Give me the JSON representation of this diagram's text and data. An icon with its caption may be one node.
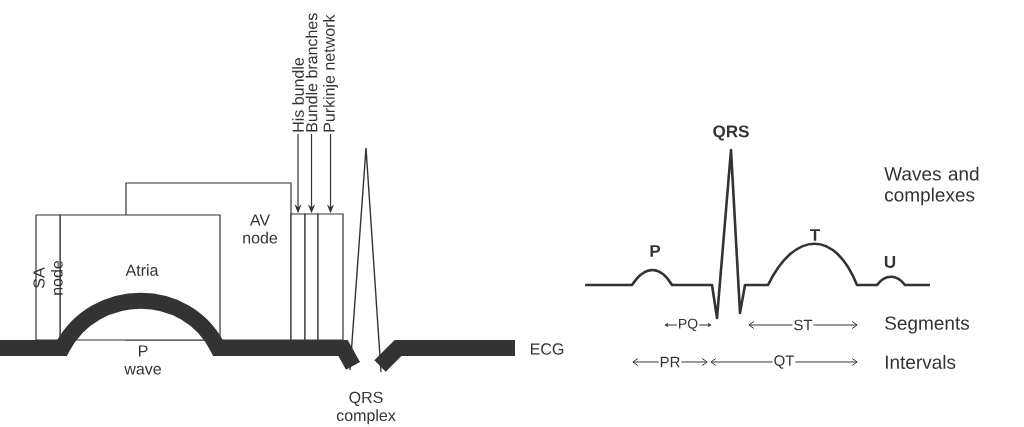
{
  "diagram": {
    "nodes": [
      {
        "text": [
          "SA node"
        ]
      },
      {
        "text": [
          "Atria"
        ]
      },
      {
        "text": [
          "AV node"
        ]
      },
      {
        "text": [],
        "shape": "box"
      },
      {
        "text": [],
        "shape": "box"
      },
      {
        "text": [],
        "shape": "box"
      },
      {
        "text": [
          "His bundle"
        ]
      },
      {
        "text": [
          "Bundle branches"
        ]
      },
      {
        "text": [
          "Purkinje network"
        ]
      }
    ],
    "edges": [
      {
        "from": 6,
        "to": 3,
        "arrow": "to"
      },
      {
        "from": 7,
        "to": 4,
        "arrow": "to"
      },
      {
        "from": 8,
        "to": 5,
        "arrow": "to"
      }
    ],
    "labels": [
      "P wave",
      "QRS complex",
      "ECG",
      "QRS",
      "P",
      "T",
      "U",
      "Waves and complexes",
      "PQ",
      "ST",
      "Segments",
      "PR",
      "QT",
      "Intervals"
    ]
  }
}
